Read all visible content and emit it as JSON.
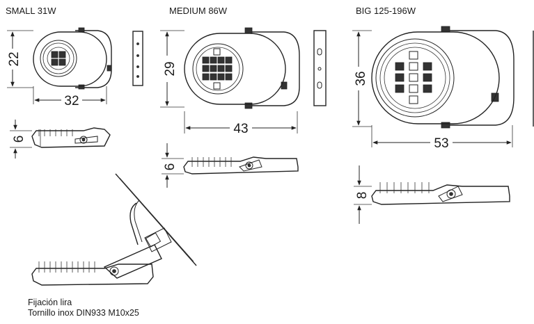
{
  "titles": {
    "small": "SMALL 31W",
    "medium": "MEDIUM 86W",
    "big": "BIG 125-196W"
  },
  "dimensions": {
    "small_height": "22",
    "small_width": "32",
    "small_side": "6",
    "medium_height": "29",
    "medium_width": "43",
    "medium_side": "6",
    "big_height": "36",
    "big_width": "53",
    "big_side": "8"
  },
  "note": {
    "line1": "Fijación lira",
    "line2": "Tornillo inox DIN933 M10x25"
  }
}
